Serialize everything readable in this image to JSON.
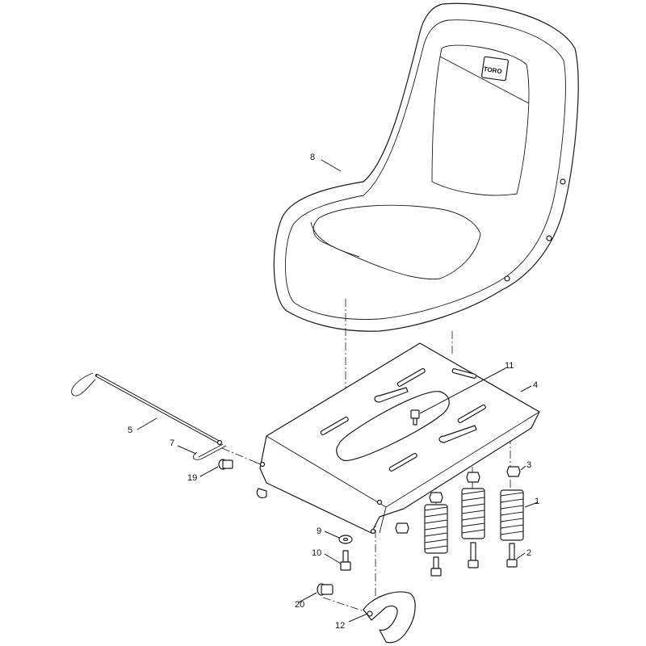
{
  "logo": {
    "text": "TORO"
  },
  "callouts": [
    {
      "id": "1",
      "label": "1"
    },
    {
      "id": "2",
      "label": "2"
    },
    {
      "id": "3",
      "label": "3"
    },
    {
      "id": "4",
      "label": "4"
    },
    {
      "id": "5",
      "label": "5"
    },
    {
      "id": "7",
      "label": "7"
    },
    {
      "id": "8",
      "label": "8"
    },
    {
      "id": "9",
      "label": "9"
    },
    {
      "id": "10",
      "label": "10"
    },
    {
      "id": "11",
      "label": "11"
    },
    {
      "id": "12",
      "label": "12"
    },
    {
      "id": "19",
      "label": "19"
    },
    {
      "id": "20",
      "label": "20"
    }
  ]
}
